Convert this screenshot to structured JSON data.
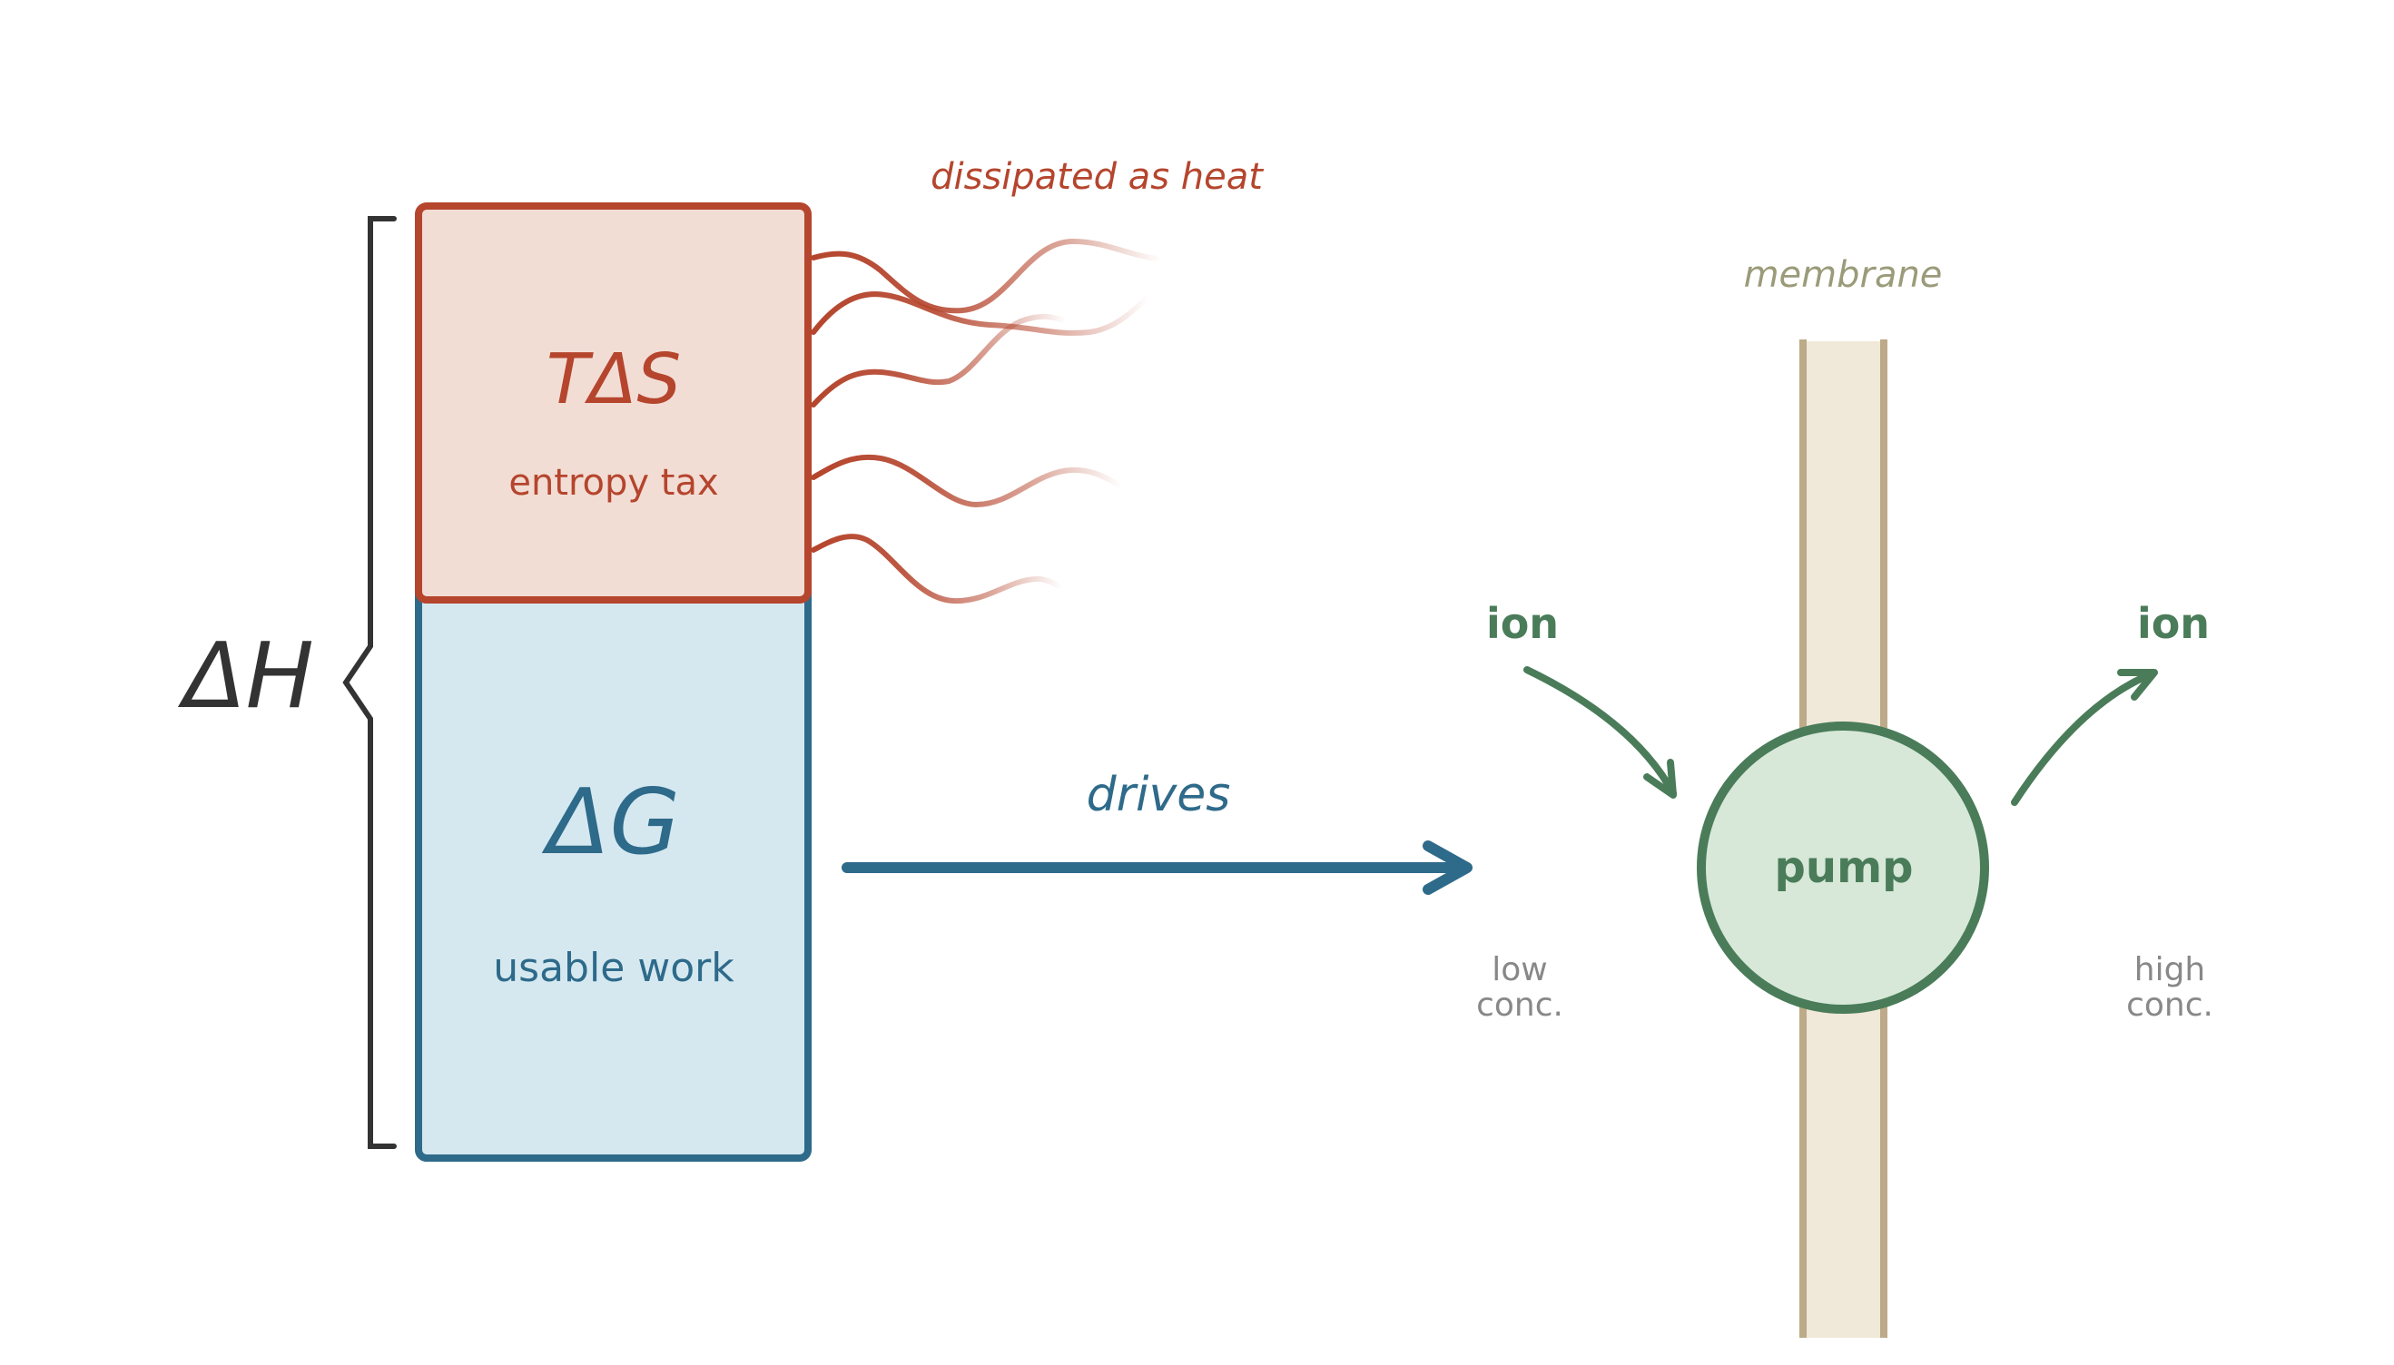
{
  "diagram": {
    "enthalpy": {
      "label": "ΔH",
      "color": "#333333"
    },
    "entropy_box": {
      "symbol": "TΔS",
      "caption": "entropy tax",
      "stroke": "#b5452d",
      "fill": "#f2ddd5"
    },
    "gibbs_box": {
      "symbol": "ΔG",
      "caption": "usable work",
      "stroke": "#2e6a8a",
      "fill": "#d5e8f0"
    },
    "heat": {
      "label": "dissipated as heat",
      "wave_count": 5,
      "color": "#b5452d"
    },
    "drive_arrow": {
      "label": "drives",
      "color": "#2e6a8a"
    },
    "membrane": {
      "label": "membrane",
      "label_color": "#9b9b7a",
      "fill": "#f0e8d8",
      "stroke": "#bcaa88"
    },
    "pump": {
      "label": "pump",
      "stroke": "#4a7c59",
      "fill": "#d7e8d8"
    },
    "ion_in": {
      "label": "ion",
      "side_label_line1": "low",
      "side_label_line2": "conc."
    },
    "ion_out": {
      "label": "ion",
      "side_label_line1": "high",
      "side_label_line2": "conc."
    },
    "side_label_color": "#888888",
    "ion_color": "#4a7c59"
  }
}
